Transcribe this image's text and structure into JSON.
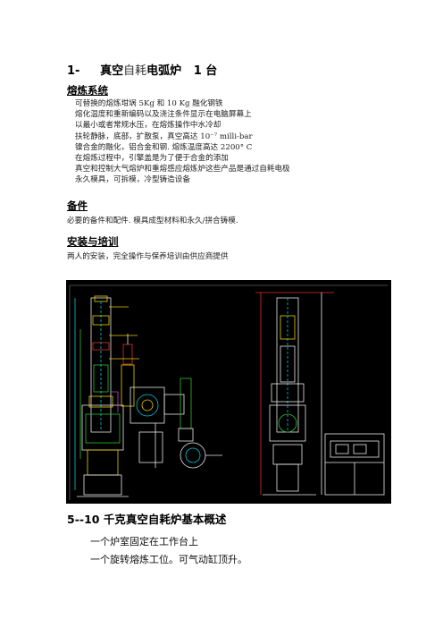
{
  "title": {
    "prefix": "1-",
    "part1": "真空",
    "part2": "自耗",
    "part3": "电弧炉",
    "suffix": "1 台"
  },
  "smelting": {
    "heading": "熔炼系统",
    "items": [
      "可替换的熔炼坩埚 5Kg 和 10 Kg 融化钢铁",
      "熔化温度和重新编码以及浇注条件显示在电脑屏幕上",
      "以最小或者常规水压，在熔炼操作中水冷却",
      "扶轮静脉，底部，扩散泵，真空高达 10⁻⁷ milli-bar",
      "镍合金的融化，铝合金和钢. 熔炼温度高达 2200° C",
      "在熔炼过程中，引擎盖是为了便于合金的添加",
      "真空和控制大气熔炉和重熔感应熔炼炉这些产品是通过自耗电极",
      "永久模具，可拆模，冷型铸造设备"
    ]
  },
  "spares": {
    "heading": "备件",
    "text": "必要的备件和配件. 模具成型材料和永久/拼合铸模."
  },
  "install": {
    "heading": "安装与培训",
    "text": "两人的安装，完全操作与保养培训由供应商提供"
  },
  "overview": {
    "heading": "5--10 千克真空自耗炉基本概述",
    "lines": [
      "一个炉室固定在工作台上",
      "一个旋转熔炼工位。可气动缸顶升。"
    ]
  },
  "colors": {
    "cad_background": "#000000",
    "cad_white": "#e8e8e8",
    "cad_yellow": "#e8d000",
    "cad_cyan": "#00c8d8",
    "cad_green": "#30c030",
    "cad_red": "#e03030",
    "cad_magenta": "#d040d0"
  }
}
